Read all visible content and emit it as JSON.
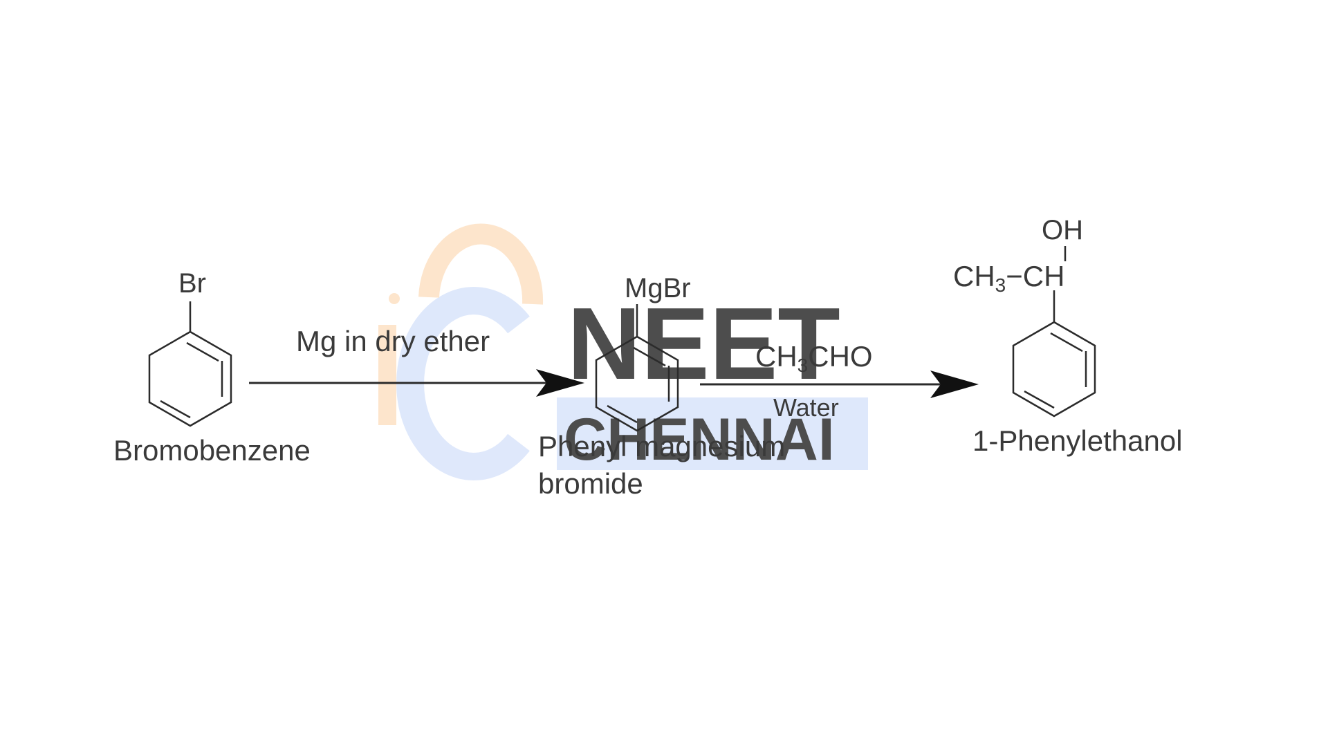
{
  "watermark": {
    "word_top": "NEET",
    "word_bottom": "CHENNAI",
    "logo_letter": "C",
    "colors": {
      "orange": "#fde3c7",
      "blue": "#dbe6fb",
      "gray": "#dcdcdc"
    }
  },
  "reaction": {
    "reactant": {
      "substituent": "Br",
      "label": "Bromobenzene"
    },
    "step1": {
      "reagent": "Mg in dry ether"
    },
    "intermediate": {
      "substituent": "MgBr",
      "label_line1": "Phenyl magnesium",
      "label_line2": "bromide"
    },
    "step2": {
      "reagent_main": "CH",
      "reagent_sub": "3",
      "reagent_rest": "CHO",
      "reagent_below": "Water"
    },
    "product": {
      "top_group": "OH",
      "chain_main": "CH",
      "chain_sub": "3",
      "chain_dash": "−",
      "chain_carbon": "CH",
      "label": "1-Phenylethanol"
    }
  },
  "colors": {
    "line": "#2b2b2b",
    "text": "#3a3a3a"
  }
}
